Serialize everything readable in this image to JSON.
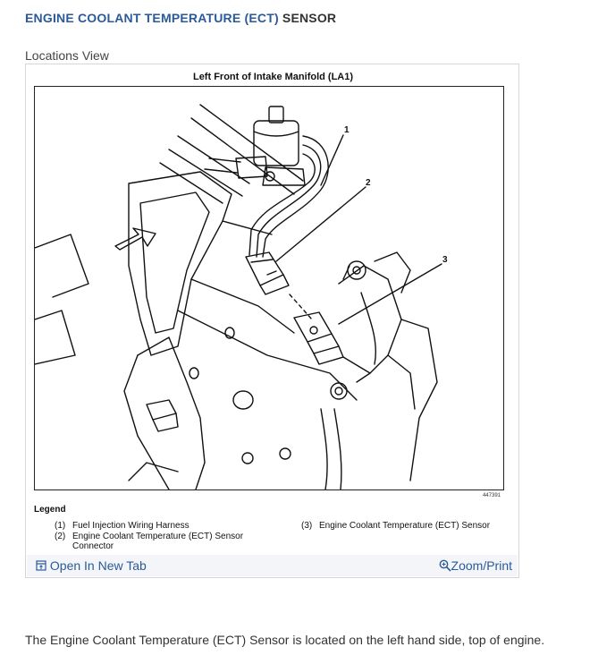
{
  "header": {
    "title_highlight": "ENGINE COOLANT TEMPERATURE (ECT)",
    "title_rest": " SENSOR",
    "view_label": "Locations View",
    "accent_color": "#2b5a9a"
  },
  "diagram": {
    "title": "Left Front of Intake Manifold (LA1)",
    "callouts": [
      "1",
      "2",
      "3"
    ],
    "figure_id": "447391",
    "legend_title": "Legend",
    "legend": [
      {
        "num": "(1)",
        "text": "Fuel Injection Wiring Harness"
      },
      {
        "num": "(2)",
        "text": "Engine Coolant Temperature (ECT) Sensor"
      },
      {
        "num": "",
        "text": "Connector"
      },
      {
        "num": "(3)",
        "text": "Engine Coolant Temperature (ECT) Sensor"
      }
    ]
  },
  "actions": {
    "open_tab": "Open In New Tab",
    "open_tab_icon": "open-in-new-tab-icon",
    "zoom": "Zoom/Print",
    "zoom_icon": "zoom-in-icon"
  },
  "body": {
    "description": "The Engine Coolant Temperature (ECT) Sensor is located on the left hand side, top of engine."
  }
}
